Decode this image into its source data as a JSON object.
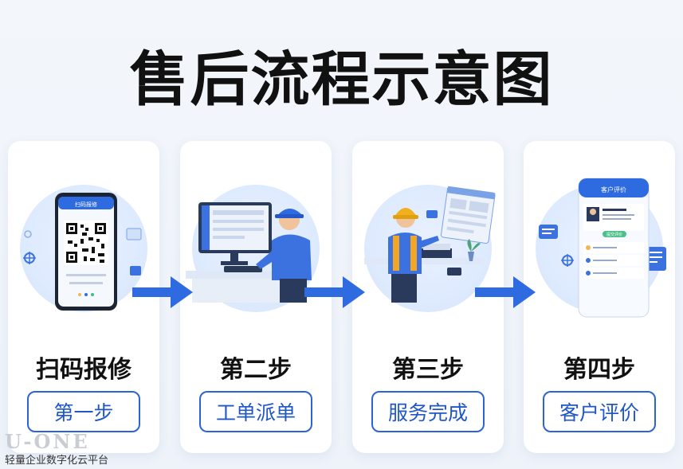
{
  "title": "售后流程示意图",
  "steps": [
    {
      "title": "扫码报修",
      "label": "第一步"
    },
    {
      "title": "第二步",
      "label": "工单派单"
    },
    {
      "title": "第三步",
      "label": "服务完成"
    },
    {
      "title": "第四步",
      "label": "客户评价"
    }
  ],
  "phone_screen_1": {
    "header": "扫码报修"
  },
  "phone_screen_4": {
    "header": "客户评价",
    "submit": "提交评价"
  },
  "watermark": {
    "logo": "U-ONE",
    "tagline": "轻量企业数字化云平台"
  },
  "colors": {
    "accent": "#2a64d6",
    "arrow": "#2f6be0"
  }
}
